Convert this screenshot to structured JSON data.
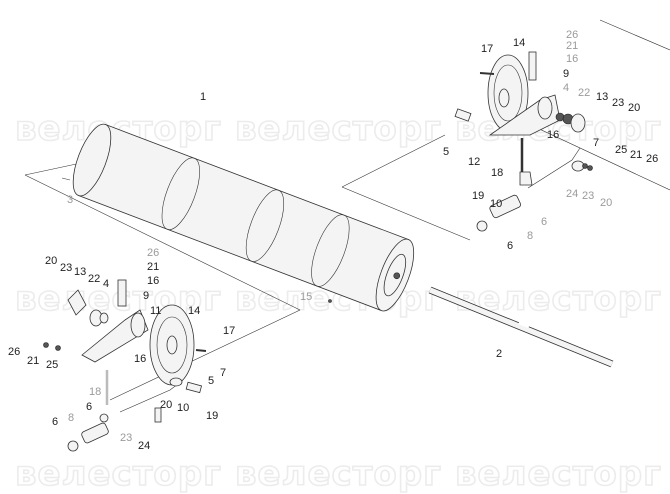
{
  "watermark": "велесторг",
  "main_labels": [
    "1",
    "2",
    "3",
    "15"
  ],
  "right_labels": [
    "17",
    "14",
    "26",
    "21",
    "16",
    "9",
    "4",
    "22",
    "13",
    "23",
    "20",
    "5",
    "12",
    "16",
    "18",
    "7",
    "25",
    "21",
    "26",
    "19",
    "10",
    "24",
    "23",
    "20",
    "6",
    "8",
    "6"
  ],
  "left_labels": [
    "26",
    "21",
    "16",
    "9",
    "20",
    "23",
    "13",
    "22",
    "4",
    "11",
    "14",
    "17",
    "26",
    "21",
    "25",
    "16",
    "7",
    "5",
    "18",
    "20",
    "10",
    "19",
    "6",
    "8",
    "6",
    "23",
    "24"
  ]
}
